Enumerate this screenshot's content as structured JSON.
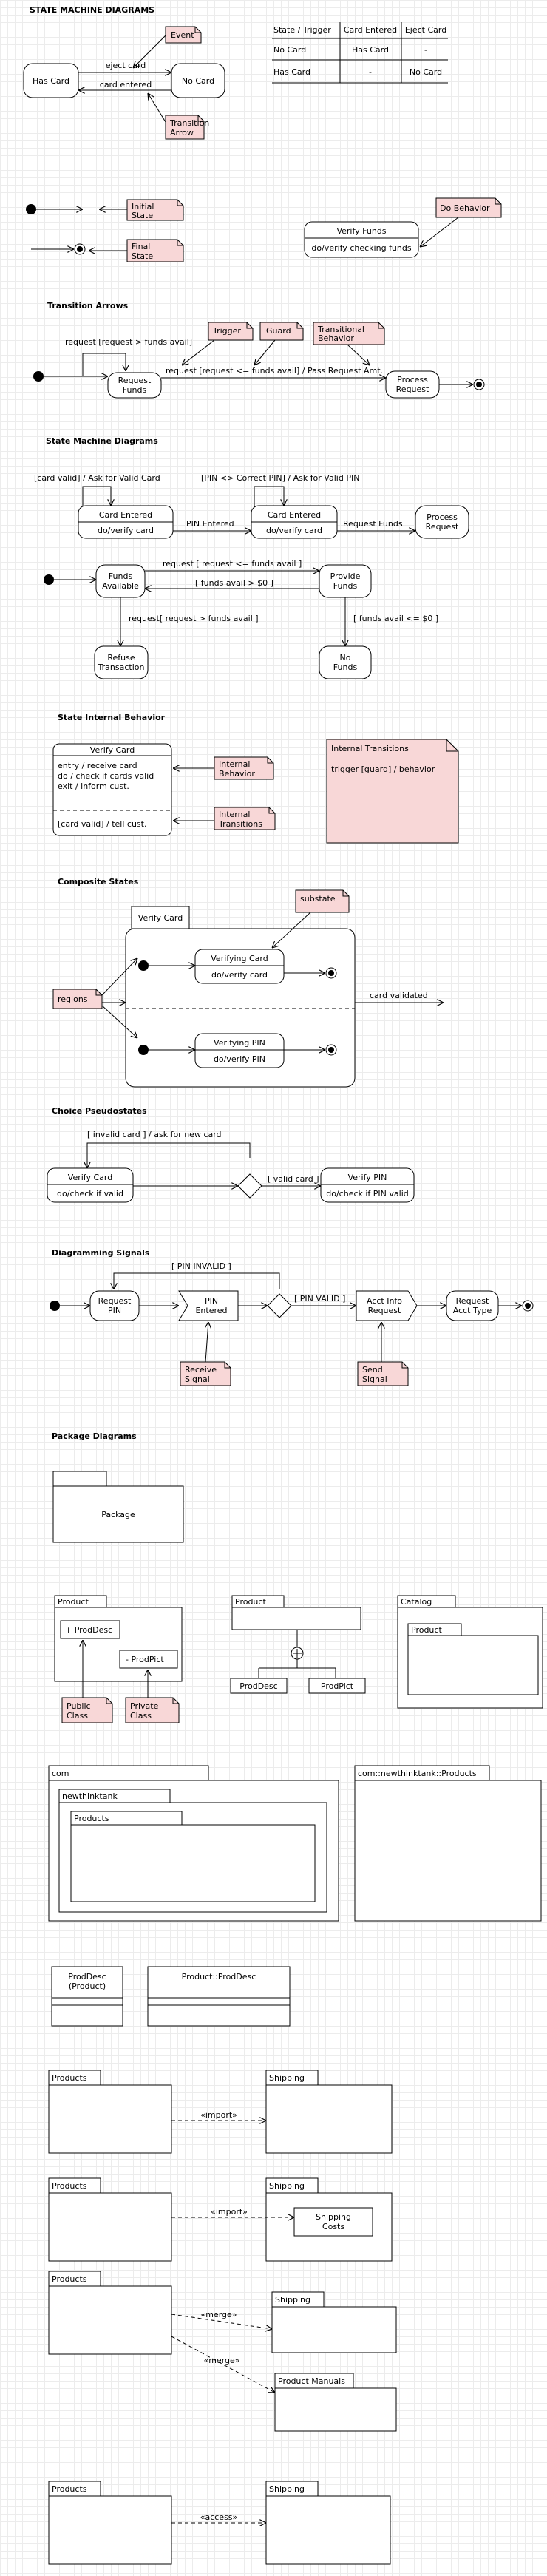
{
  "headings": {
    "state_machine_diagrams_top": "STATE MACHINE DIAGRAMS",
    "transition_arrows": "Transition Arrows",
    "state_machine_diagrams": "State Machine Diagrams",
    "state_internal_behavior": "State Internal Behavior",
    "composite_states": "Composite States",
    "choice_pseudostates": "Choice Pseudostates",
    "diagramming_signals": "Diagramming Signals",
    "package_diagrams": "Package Diagrams"
  },
  "sec1": {
    "has_card": "Has Card",
    "no_card": "No Card",
    "eject_card": "eject card",
    "card_entered": "card entered",
    "note_event": "Event",
    "note_transition_arrow": [
      "Transition",
      "Arrow"
    ],
    "note_initial_state": [
      "Initial",
      "State"
    ],
    "note_final_state": [
      "Final",
      "State"
    ],
    "note_do_behavior": "Do Behavior",
    "verify_funds": "Verify Funds",
    "verify_funds_do": "do/verify checking funds",
    "table": {
      "headers": [
        "State / Trigger",
        "Card Entered",
        "Eject Card"
      ],
      "rows": [
        [
          "No Card",
          "Has Card",
          "-"
        ],
        [
          "Has Card",
          "-",
          "No Card"
        ]
      ]
    }
  },
  "sec2": {
    "label_top": "request [request > funds avail]",
    "label_bottom": "request [request <= funds avail] / Pass Request Amt.",
    "request_funds": [
      "Request",
      "Funds"
    ],
    "process_request": [
      "Process",
      "Request"
    ],
    "note_trigger": "Trigger",
    "note_guard": "Guard",
    "note_transitional_behavior": [
      "Transitional",
      "Behavior"
    ]
  },
  "sec3": {
    "loop1": "[card valid] / Ask for Valid Card",
    "loop2": "[PIN <> Correct PIN] / Ask for Valid PIN",
    "card_entered": "Card Entered",
    "card_entered_do": "do/verify card",
    "pin_entered": "PIN Entered",
    "request_funds": "Request Funds",
    "process_request": [
      "Process",
      "Request"
    ],
    "funds_available": [
      "Funds",
      "Available"
    ],
    "provide_funds": [
      "Provide",
      "Funds"
    ],
    "req_le": "request [ request <= funds avail ]",
    "funds_gt": "[ funds avail > $0 ]",
    "req_gt": "request[ request > funds avail ]",
    "funds_le": "[ funds avail <= $0 ]",
    "refuse_transaction": [
      "Refuse",
      "Transaction"
    ],
    "no_funds": [
      "No",
      "Funds"
    ]
  },
  "sec4": {
    "verify_card": "Verify Card",
    "lines": [
      "entry / receive card",
      "do / check if cards valid",
      "exit / inform cust."
    ],
    "internal_transition": "[card valid] / tell cust.",
    "note_internal_behavior": [
      "Internal",
      "Behavior"
    ],
    "note_internal_transitions": [
      "Internal",
      "Transitions"
    ],
    "big_note_title": "Internal Transitions",
    "big_note_body": "trigger [guard] / behavior"
  },
  "sec5": {
    "verify_card_tab": "Verify Card",
    "verifying_card": "Verifying Card",
    "verifying_card_do": "do/verify card",
    "verifying_pin": "Verifying PIN",
    "verifying_pin_do": "do/verify PIN",
    "card_validated": "card validated",
    "note_substate": "substate",
    "note_regions": "regions"
  },
  "sec6": {
    "loop_label": "[ invalid card ] / ask for new card",
    "verify_card": "Verify Card",
    "verify_card_do": "do/check if valid",
    "valid_card": "[ valid card ]",
    "verify_pin": "Verify PIN",
    "verify_pin_do": "do/check if PIN valid"
  },
  "sec7": {
    "pin_invalid": "[ PIN INVALID ]",
    "request_pin": [
      "Request",
      "PIN"
    ],
    "pin_entered": [
      "PIN",
      "Entered"
    ],
    "pin_valid": "[ PIN VALID ]",
    "acct_info_request": [
      "Acct Info",
      "Request"
    ],
    "request_acct_type": [
      "Request",
      "Acct Type"
    ],
    "note_receive_signal": [
      "Receive",
      "Signal"
    ],
    "note_send_signal": [
      "Send",
      "Signal"
    ]
  },
  "sec8": {
    "package": "Package",
    "product": "Product",
    "prod_desc_public": "+ ProdDesc",
    "prod_pict_private": "- ProdPict",
    "note_public_class": [
      "Public",
      "Class"
    ],
    "note_private_class": [
      "Private",
      "Class"
    ],
    "product2": "Product",
    "prod_desc": "ProdDesc",
    "prod_pict": "ProdPict",
    "catalog": "Catalog",
    "catalog_product": "Product",
    "com": "com",
    "newthinktank": "newthinktank",
    "products_nested": "Products",
    "com_products": "com::newthinktank::Products",
    "class_proddesc": [
      "ProdDesc",
      "(Product)"
    ],
    "class_product_proddesc": "Product::ProdDesc",
    "products": "Products",
    "shipping": "Shipping",
    "import": "«import»",
    "shipping_costs": [
      "Shipping",
      "Costs"
    ],
    "merge": "«merge»",
    "product_manuals": "Product Manuals",
    "access": "«access»"
  }
}
